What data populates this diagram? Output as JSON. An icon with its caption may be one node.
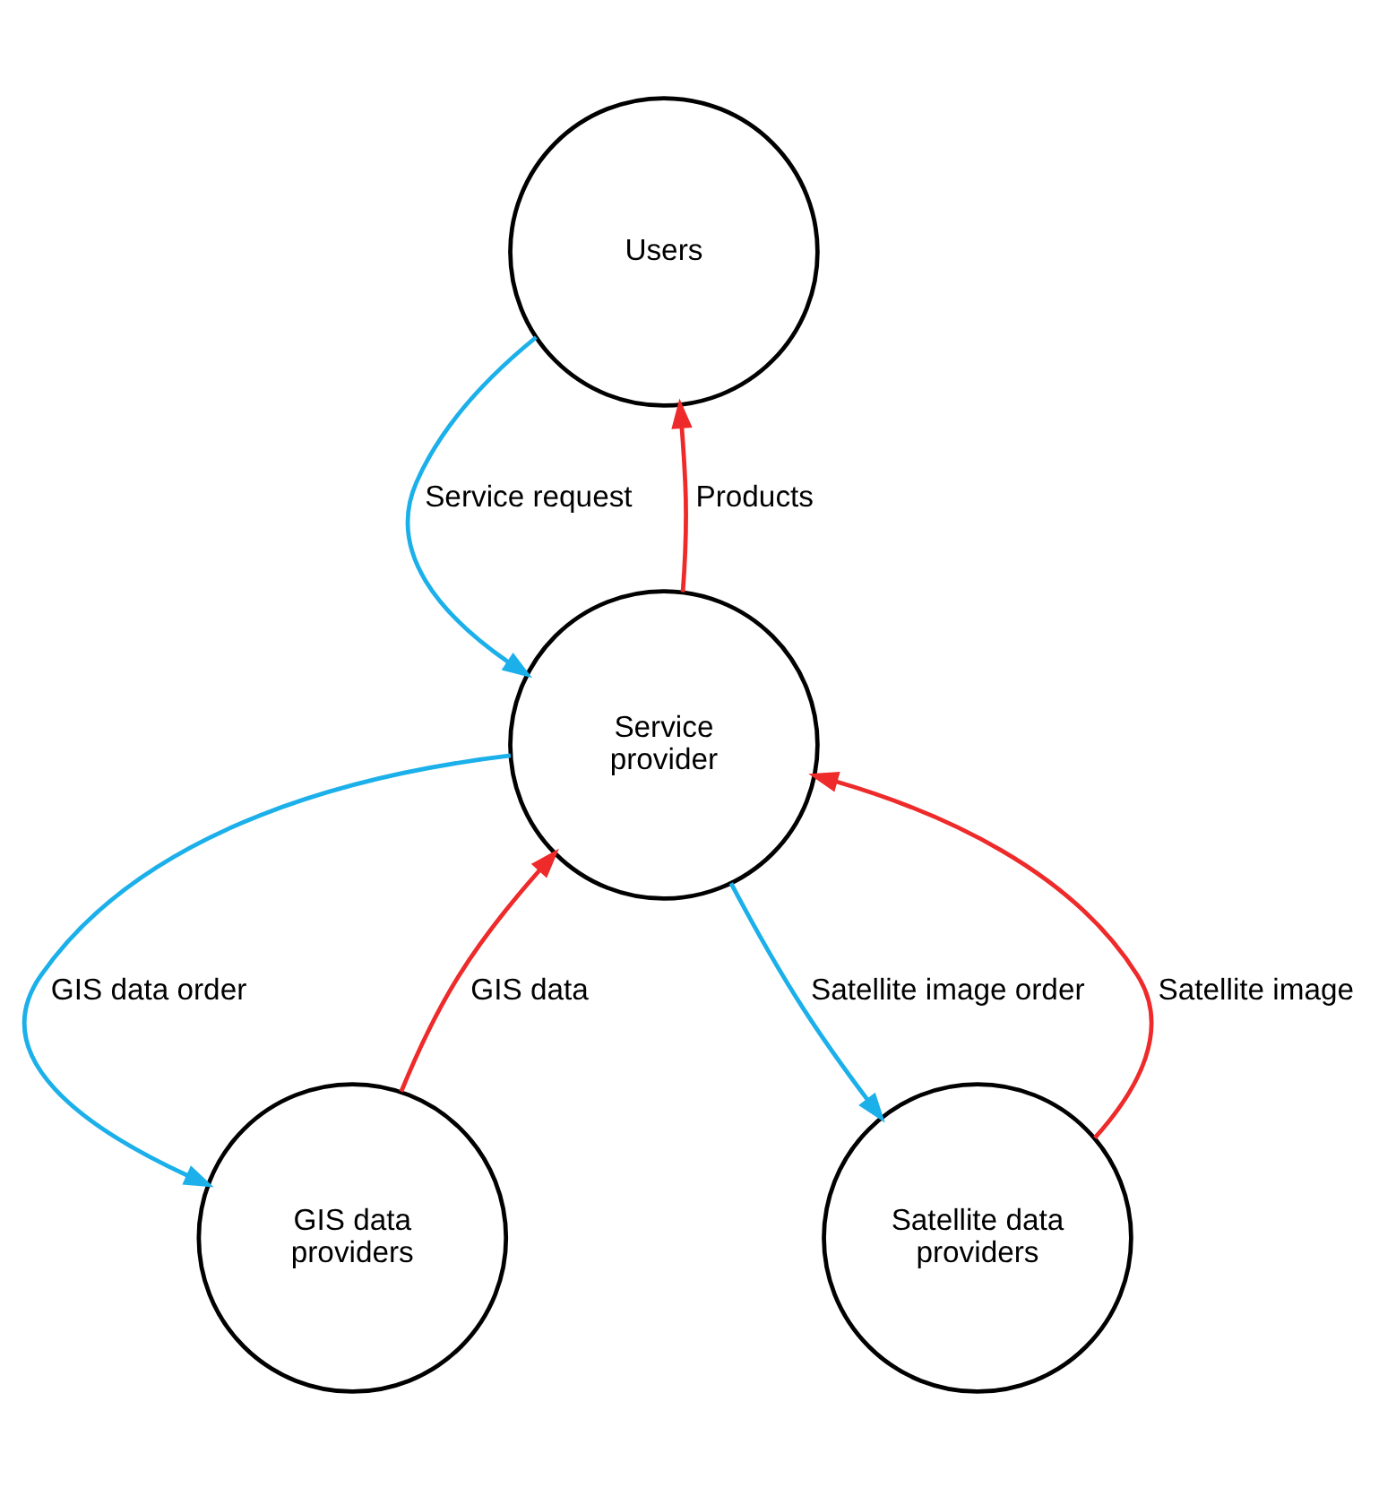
{
  "diagram": {
    "nodes": [
      {
        "text": [
          "Users"
        ]
      },
      {
        "text": [
          "Service provider"
        ]
      },
      {
        "text": [
          "GIS data providers"
        ]
      },
      {
        "text": [
          "Satellite data providers"
        ]
      }
    ],
    "edges": [
      {
        "from": 0,
        "to": 1,
        "arrow": "to",
        "label": "Service request",
        "color": "#1bb0ea"
      },
      {
        "from": 1,
        "to": 0,
        "arrow": "to",
        "label": "Products",
        "color": "#ee2a2a"
      },
      {
        "from": 1,
        "to": 2,
        "arrow": "to",
        "label": "GIS data order",
        "color": "#1bb0ea"
      },
      {
        "from": 2,
        "to": 1,
        "arrow": "to",
        "label": "GIS data",
        "color": "#ee2a2a"
      },
      {
        "from": 1,
        "to": 3,
        "arrow": "to",
        "label": "Satellite image order",
        "color": "#1bb0ea"
      },
      {
        "from": 3,
        "to": 1,
        "arrow": "to",
        "label": "Satellite image",
        "color": "#ee2a2a"
      }
    ]
  }
}
